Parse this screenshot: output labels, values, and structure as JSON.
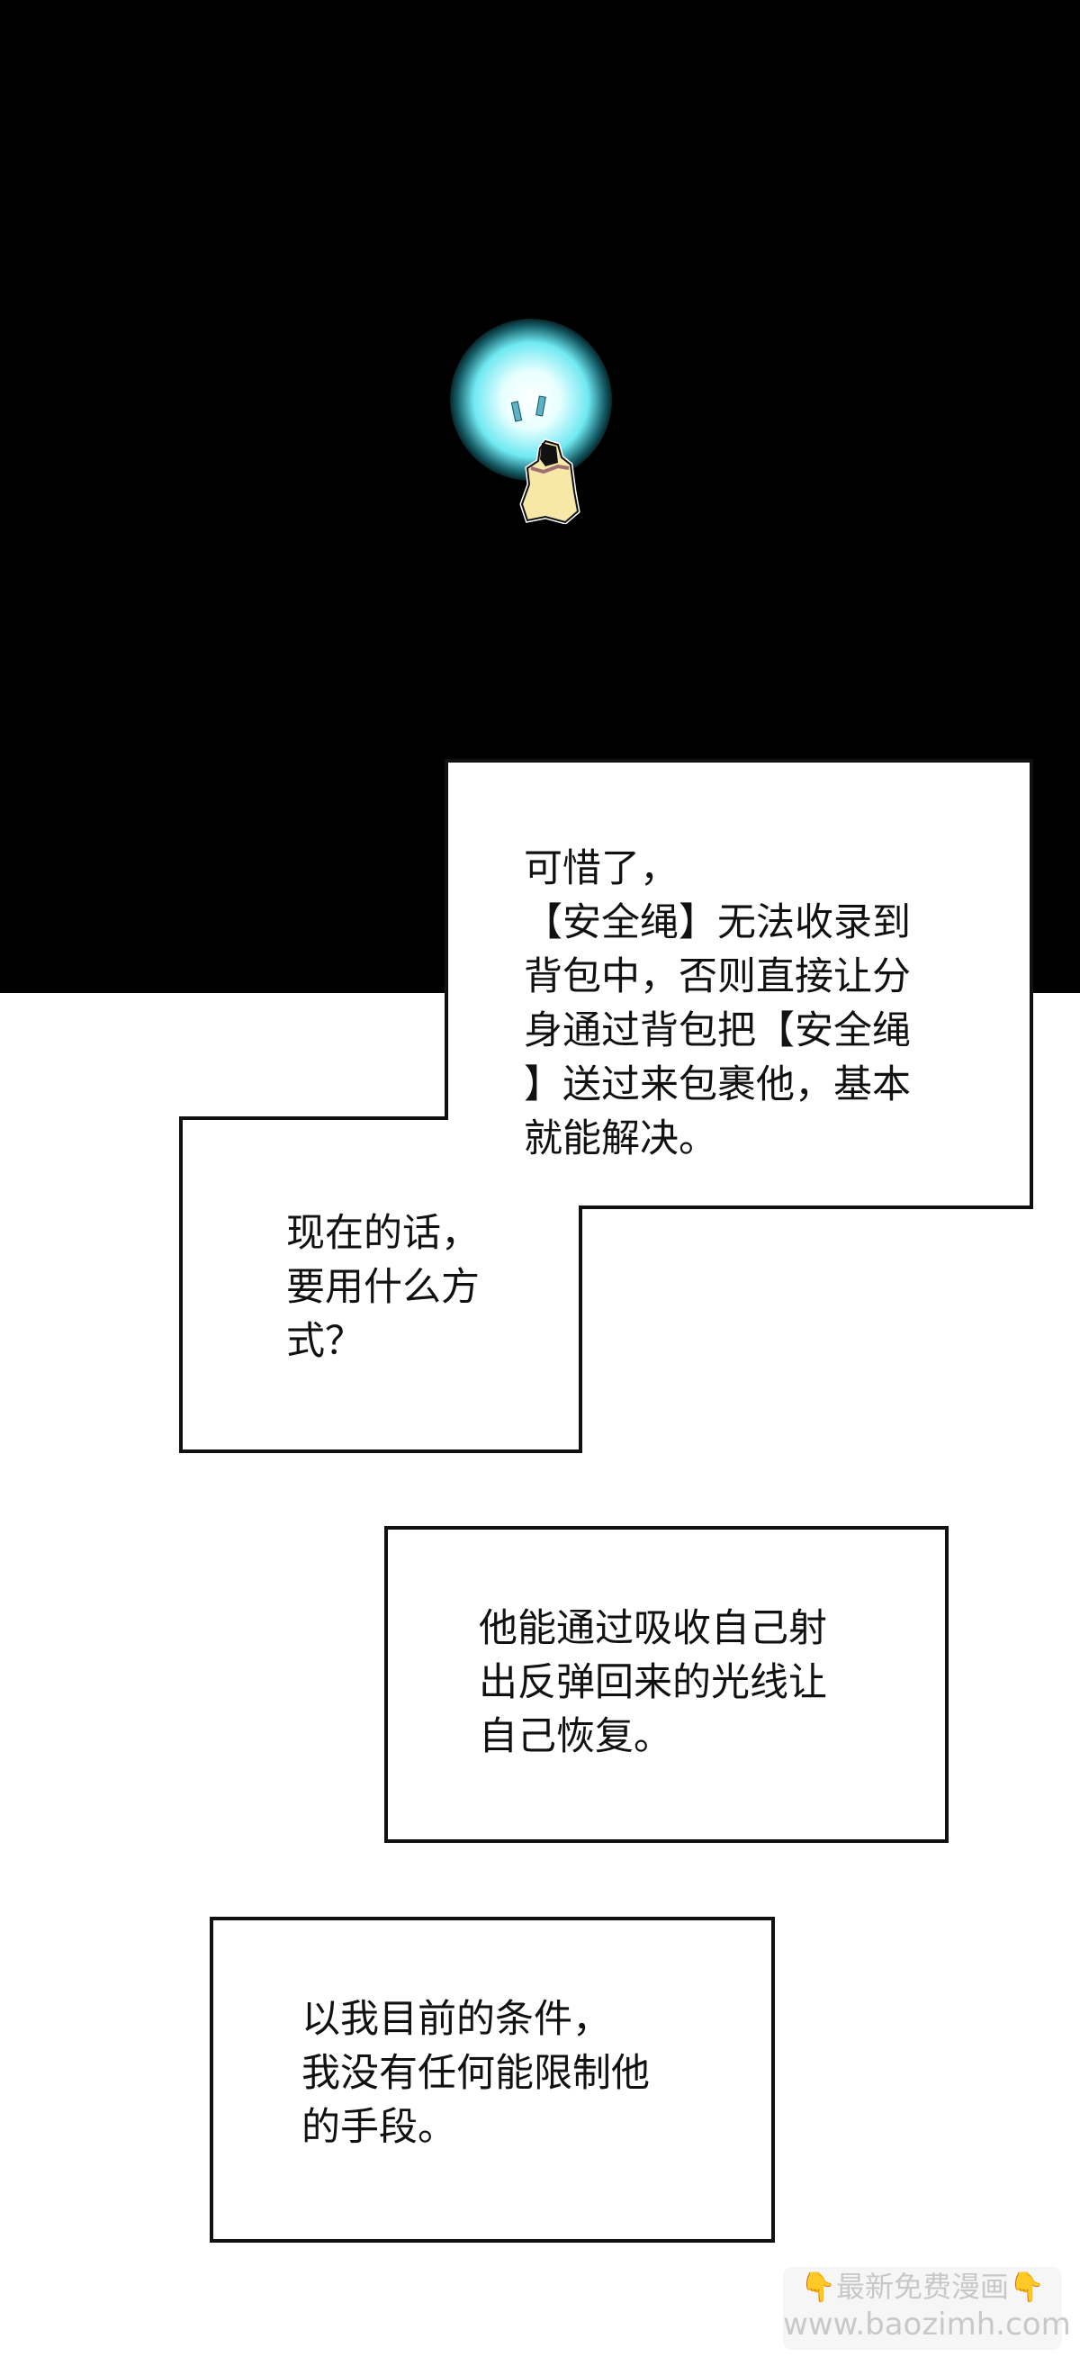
{
  "panels": [
    {
      "text": "可惜了，\n【安全绳】无法收录到\n背包中，否则直接让分\n身通过背包把【安全绳\n】送过来包裹他，基本\n就能解决。"
    },
    {
      "text": "现在的话，\n要用什么方\n式？"
    },
    {
      "text": "他能通过吸收自己射\n出反弹回来的光线让\n自己恢复。"
    },
    {
      "text": "以我目前的条件，\n我没有任何能限制他\n的手段。"
    }
  ],
  "watermark": {
    "line1": "最新免费漫画",
    "line2": "www.baozimh.com",
    "icon": "pointing-down-hand-icon"
  },
  "colors": {
    "background_top": "#000000",
    "glow": "#6fe9f2"
  }
}
